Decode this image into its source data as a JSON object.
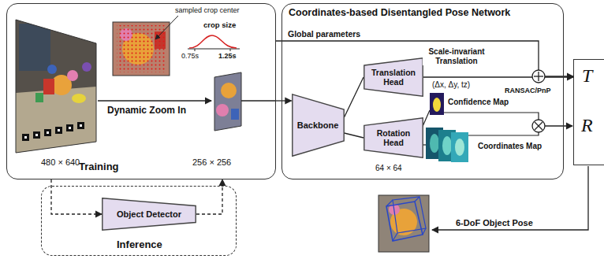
{
  "diagram": {
    "nodes": [
      {
        "text": [
          "Training"
        ]
      },
      {
        "text": [
          "Inference"
        ]
      },
      {
        "text": [
          "Object Detector"
        ],
        "in": 1
      },
      {
        "text": [
          "Coordinates-based Disentangled Pose Network"
        ]
      },
      {
        "text": [
          "Backbone"
        ],
        "in": 3
      },
      {
        "text": [
          "Translation Head"
        ],
        "in": 3
      },
      {
        "text": [
          "Rotation Head"
        ],
        "in": 3
      },
      {
        "text": [
          "T",
          "R"
        ]
      }
    ],
    "edges": [
      {
        "from": 0,
        "to": 2,
        "arrow": "to"
      },
      {
        "from": 2,
        "to": 0,
        "arrow": "to"
      },
      {
        "from": 0,
        "to": 4,
        "arrow": "to"
      },
      {
        "from": 0,
        "to": 7,
        "label": "Global parameters",
        "arrow": "to"
      },
      {
        "from": 4,
        "to": 5,
        "arrow": "none"
      },
      {
        "from": 4,
        "to": 6,
        "arrow": "none"
      },
      {
        "from": 5,
        "to": 7,
        "label": "Scale-invariant Translation",
        "arrow": "to"
      }
    ],
    "labels": [
      "sampled crop center",
      "crop size",
      "0.75s",
      "1.25s",
      "Dynamic Zoom In",
      "480 × 640",
      "256 × 256",
      "(Δx, Δy, tz)",
      "Confidence Map",
      "Coordinates Map",
      "64 × 64",
      "RANSAC/PnP",
      "6-DoF Object Pose"
    ]
  }
}
